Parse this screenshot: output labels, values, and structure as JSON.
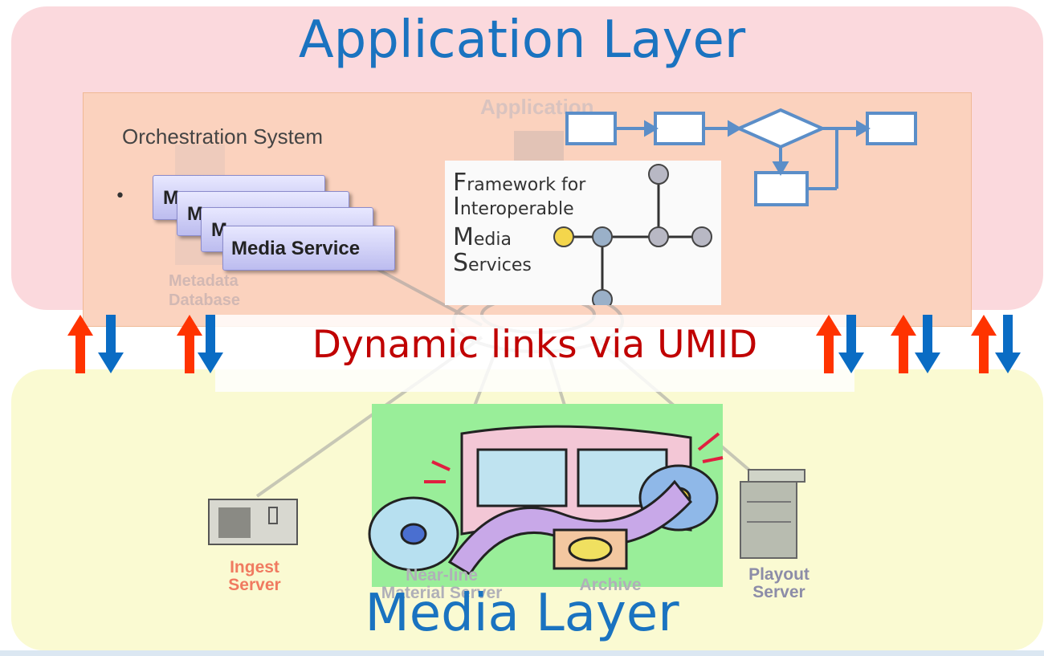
{
  "titles": {
    "application_layer": "Application Layer",
    "media_layer": "Media Layer"
  },
  "orchestration": {
    "label": "Orchestration System",
    "bullet": "•",
    "service_cards": [
      "M",
      "M",
      "M",
      "Media Service"
    ]
  },
  "background_labels": {
    "application": "Application",
    "metadata_database": [
      "Metadata",
      "Database"
    ]
  },
  "fims": {
    "lines": [
      {
        "initial": "F",
        "rest": "ramework for"
      },
      {
        "initial": "I",
        "rest": "nteroperable"
      },
      {
        "initial": "M",
        "rest": "edia"
      },
      {
        "initial": "S",
        "rest": "ervices"
      }
    ]
  },
  "dynamic_links": {
    "text": "Dynamic links via UMID"
  },
  "servers": {
    "ingest": [
      "Ingest",
      "Server"
    ],
    "nearline": [
      "Near-line",
      "Material Server"
    ],
    "archive": "Archive",
    "playout": [
      "Playout",
      "Server"
    ]
  },
  "colors": {
    "title_blue": "#1a73c0",
    "dynamic_links_red": "#c00000",
    "arrow_up": "#ff3300",
    "arrow_down": "#0a6cc4",
    "workflow_box": "#5b8ec8"
  }
}
